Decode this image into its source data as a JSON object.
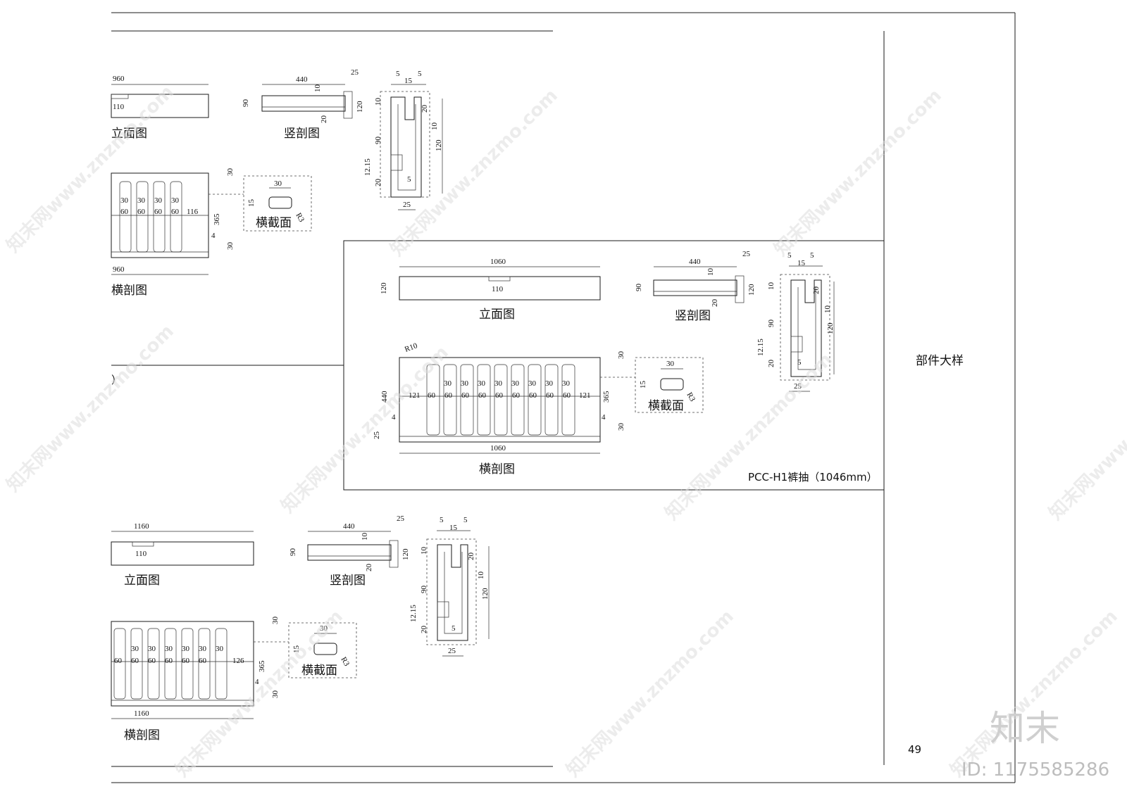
{
  "sheet": {
    "title_block": "部件大样",
    "page_number": "49",
    "watermark_text": "知末网www.znzmo.com",
    "brand_mark": "知末",
    "id_label": "ID: 1175585286"
  },
  "views": {
    "elevation": "立面图",
    "vertical_section": "竖剖图",
    "horizontal_section": "横剖图",
    "cross_section": "横截面"
  },
  "drawer_top": {
    "width": "960",
    "handle": "110",
    "slot_w": "30",
    "slot_pitch": "60",
    "end_gap": "116",
    "depth": "365",
    "rail": "4",
    "edge": "30",
    "partial_label": "）"
  },
  "drawer_mid": {
    "caption": "PCC-H1裤抽（1046mm）",
    "width": "1060",
    "height": "120",
    "handle": "110",
    "radius": "R10",
    "depth": "440",
    "inner_depth": "365",
    "side_gap": "121",
    "slot_w": "30",
    "slot_pitch": "60",
    "rail": "4",
    "edge": "30",
    "bottom": "25"
  },
  "drawer_bot": {
    "width": "1160",
    "handle": "110",
    "slot_w": "30",
    "slot_pitch": "60",
    "end_gap": "126",
    "depth": "365",
    "rail": "4",
    "edge": "30"
  },
  "section_dims": {
    "len": "440",
    "tab": "25",
    "h": "90",
    "lip": "10",
    "groove": "20",
    "total": "120",
    "top_a": "5",
    "top_b": "15",
    "spacer": "12.15",
    "notch": "5",
    "base": "25"
  },
  "cross_dims": {
    "w": "30",
    "h": "15",
    "r": "R3"
  }
}
